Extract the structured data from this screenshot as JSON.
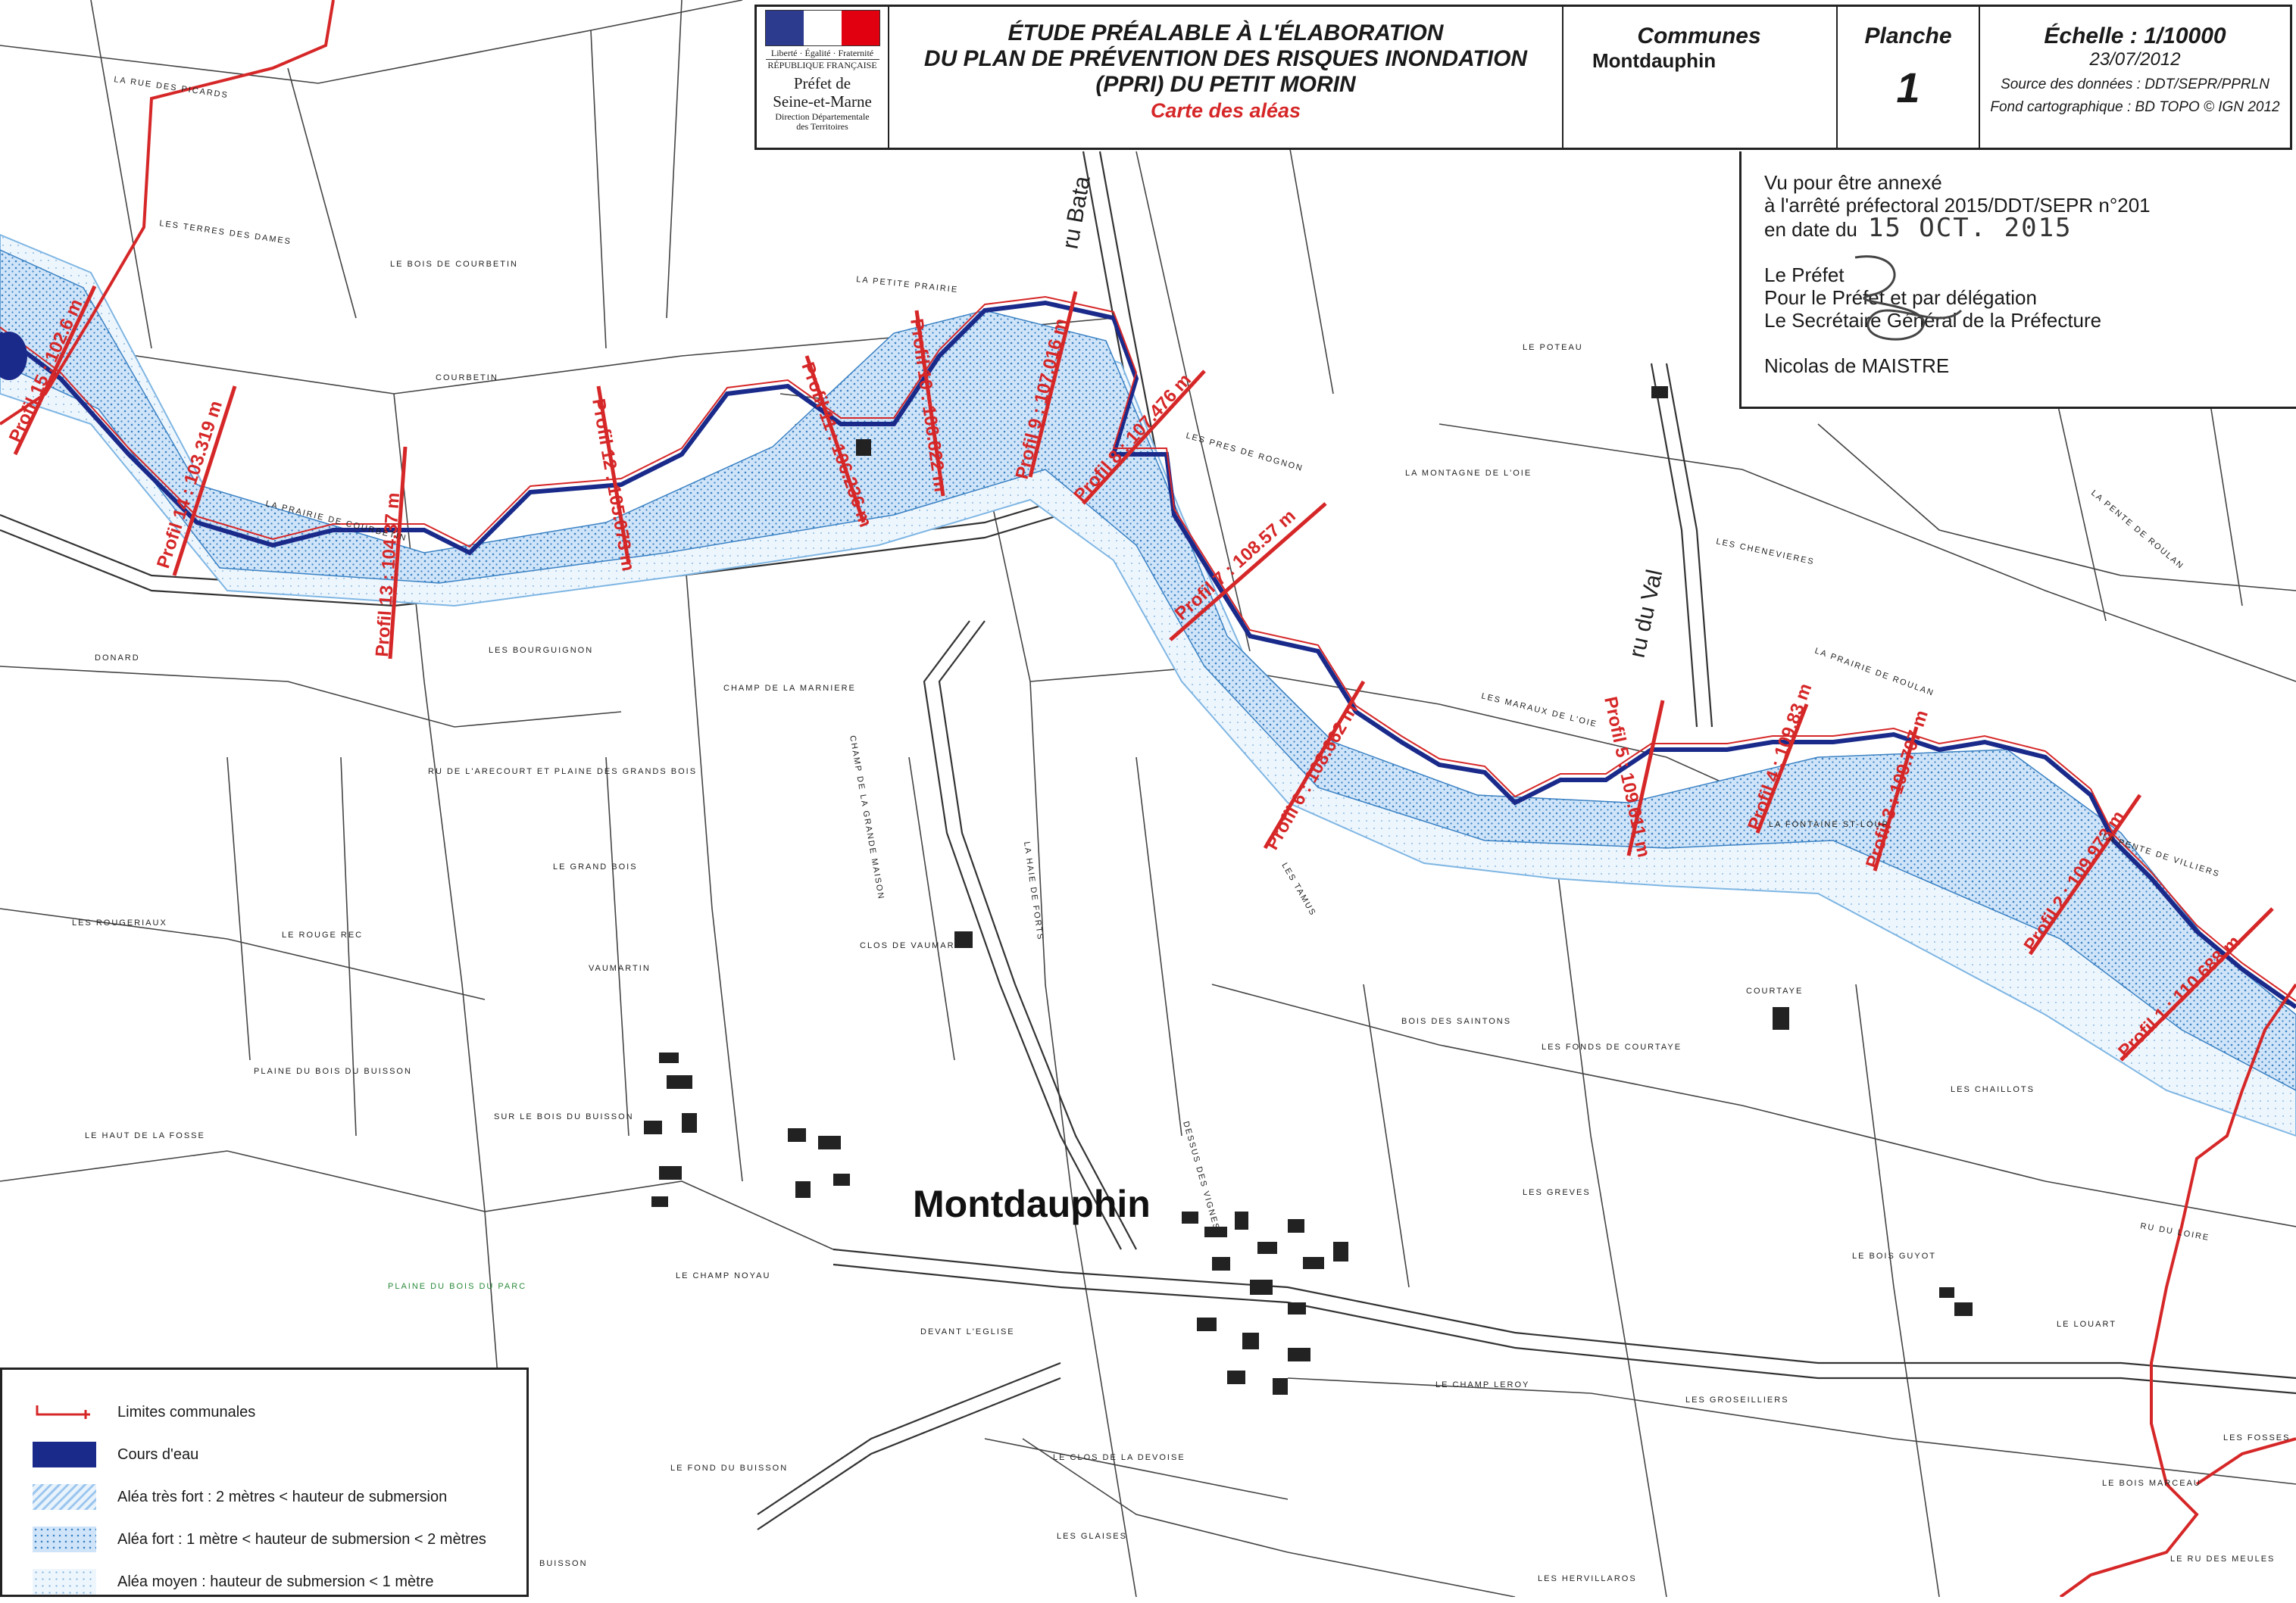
{
  "header": {
    "logo": {
      "motto": "Liberté · Égalité · Fraternité",
      "republic": "RÉPUBLIQUE FRANÇAISE",
      "prefect_line1": "Préfet de",
      "prefect_line2": "Seine-et-Marne",
      "ddt_line1": "Direction Départementale",
      "ddt_line2": "des Territoires"
    },
    "title_line1": "ÉTUDE PRÉALABLE À L'ÉLABORATION",
    "title_line2": "DU PLAN DE PRÉVENTION DES RISQUES INONDATION",
    "title_line3": "(PPRI) DU PETIT MORIN",
    "subtitle": "Carte des aléas",
    "communes_label": "Communes",
    "communes_value": "Montdauphin",
    "planche_label": "Planche",
    "planche_value": "1",
    "echelle_label": "Échelle : 1/10000",
    "date": "23/07/2012",
    "source": "Source des données : DDT/SEPR/PPRLN",
    "fond": "Fond cartographique : BD TOPO © IGN 2012"
  },
  "stamp": {
    "line1": "Vu pour être annexé",
    "line2": "à l'arrêté préfectoral 2015/DDT/SEPR n°201",
    "line3": "en date du",
    "handwritten_date": "15 OCT. 2015",
    "line4": "Le Préfet",
    "line5": "Pour le Préfet et par délégation",
    "line6": "Le Secrétaire Général de la Préfecture",
    "signatory": "Nicolas de MAISTRE"
  },
  "legend": {
    "items": [
      {
        "label": "Limites communales",
        "swatch": "boundary"
      },
      {
        "label": "Cours d'eau",
        "swatch": "water"
      },
      {
        "label": "Aléa très fort : 2 mètres < hauteur de submersion",
        "swatch": "tf"
      },
      {
        "label": "Aléa fort : 1 mètre < hauteur de submersion < 2 mètres",
        "swatch": "f"
      },
      {
        "label": "Aléa moyen : hauteur de submersion < 1 mètre",
        "swatch": "m"
      }
    ]
  },
  "map": {
    "town_label": "Montdauphin",
    "stream_labels": [
      "ru Bata",
      "ru du Val"
    ],
    "colors": {
      "profile": "#d62728",
      "boundary": "#d62728",
      "water": "#1a2a8a",
      "flood_fort": "#9fc9ee",
      "flood_moyen": "#d9ebfa"
    },
    "profiles": [
      {
        "label": "Profil 15 : 102.6 m"
      },
      {
        "label": "Profil 14 : 103.319 m"
      },
      {
        "label": "Profil 13 : 104.37 m"
      },
      {
        "label": "Profil 12 : 105.073 m"
      },
      {
        "label": "Profil 11 : 106.236 m"
      },
      {
        "label": "Profil 10 : 106.622 m"
      },
      {
        "label": "Profil 9 : 107.016 m"
      },
      {
        "label": "Profil 8 : 107.476 m"
      },
      {
        "label": "Profil 7 : 108.57 m"
      },
      {
        "label": "Profil 6 : 108.662 m"
      },
      {
        "label": "Profil 5 : 109.611 m"
      },
      {
        "label": "Profil 4 : 109.83 m"
      },
      {
        "label": "Profil 3 : 109.707 m"
      },
      {
        "label": "Profil 2 : 109.973 m"
      },
      {
        "label": "Profil 1 : 110.688 m"
      }
    ],
    "place_names": [
      "LA RUE DES PICARDS",
      "LES TERRES DES DAMES",
      "LE BOIS DE COURBETIN",
      "COURBETIN",
      "LA PRAIRIE DE COURBETIN",
      "LA PETITE PRAIRIE",
      "LE POTEAU",
      "LES PRES DE ROGNON",
      "LA MONTAGNE DE L'OIE",
      "LES CHENEVIERES",
      "LA PENTE DE ROULAN",
      "LA PRAIRIE DE ROULAN",
      "LES MARAUX DE L'OIE",
      "LES BOURGUIGNON",
      "DONARD",
      "CHAMP DE LA MARNIERE",
      "RU DE L'ARECOURT ET PLAINE DES GRANDS BOIS",
      "LE GRAND BOIS",
      "LES ROUGERIAUX",
      "LE ROUGE REC",
      "VAUMARTIN",
      "CLOS DE VAUMARTIN",
      "PLAINE DU BOIS DU BUISSON",
      "SUR LE BOIS DU BUISSON",
      "LE HAUT DE LA FOSSE",
      "LE CHAMP NOYAU",
      "DEVANT L'EGLISE",
      "PLAINE DU BOIS DU PARC",
      "LE CHAMP LEROY",
      "LES GROSEILLIERS",
      "LES GREVES",
      "BOIS DES SAINTONS",
      "LES FONDS DE COURTAYE",
      "COURTAYE",
      "LES CHAILLOTS",
      "LA FONTAINE ST-LOUP",
      "LA PENTE DE VILLIERS",
      "LES TAMUS",
      "LE BOIS GUYOT",
      "RU DU LOIRE",
      "LE LOUART",
      "LES FOSSES",
      "LE BOIS MARCEAU",
      "LE RU DES MEULES",
      "LES GLAISES",
      "LE FOND DU BUISSON",
      "LES HERVILLAROS",
      "LE CLOS DE LA DEVOISE",
      "DESSUS DES VIGNES",
      "CHAMP DE LA GRANDE MAISON",
      "LA HAIE DE FORTS",
      "BUISSON"
    ]
  }
}
